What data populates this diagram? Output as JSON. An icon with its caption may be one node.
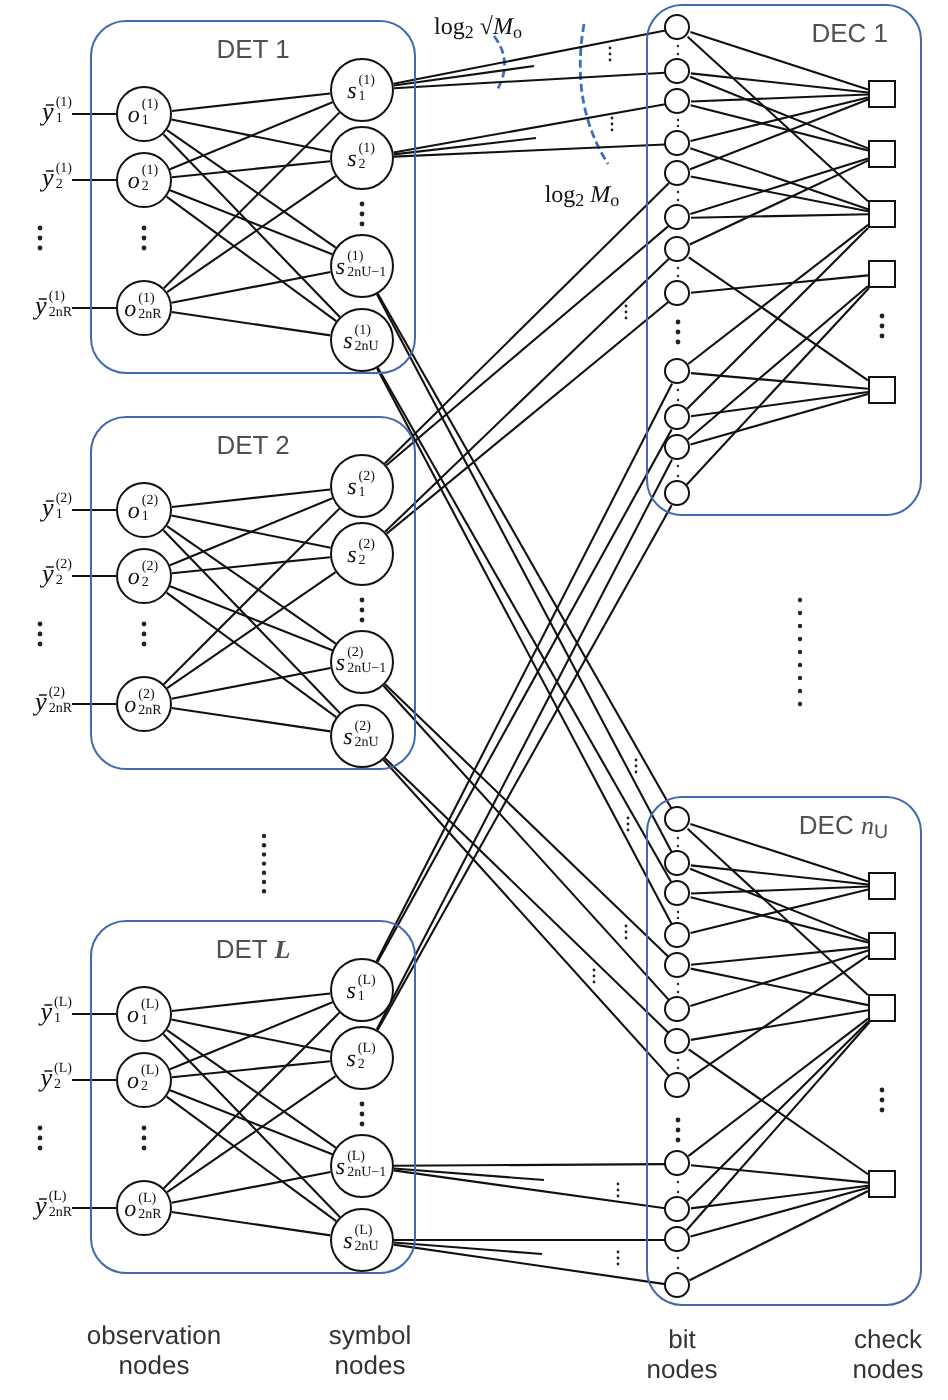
{
  "diagram": {
    "nodes": [
      {
        "text": [
          "DET 1"
        ]
      },
      {
        "text": [
          "*ȳ*$_{1}$$^{(1)}$"
        ]
      },
      {
        "text": [
          "*ȳ*$_{2}$$^{(1)}$"
        ]
      },
      {
        "text": [
          "*ȳ*$_{2nR}$$^{(1)}$"
        ]
      },
      {
        "text": [
          "*o*$_{1}$$^{(1)}$"
        ],
        "in": 0
      },
      {
        "text": [
          "*o*$_{2}$$^{(1)}$"
        ],
        "in": 0
      },
      {
        "text": [
          "*o*$_{2nR}$$^{(1)}$"
        ],
        "in": 0
      },
      {
        "text": [
          "*s*$_{1}$$^{(1)}$"
        ],
        "in": 0
      },
      {
        "text": [
          "*s*$_{2}$$^{(1)}$"
        ],
        "in": 0
      },
      {
        "text": [
          "*s*$_{2nU−1}$$^{(1)}$"
        ],
        "in": 0
      },
      {
        "text": [
          "*s*$_{2nU}$$^{(1)}$"
        ],
        "in": 0
      },
      {
        "text": [
          "DET 2"
        ]
      },
      {
        "text": [
          "*ȳ*$_{1}$$^{(2)}$"
        ]
      },
      {
        "text": [
          "*ȳ*$_{2}$$^{(2)}$"
        ]
      },
      {
        "text": [
          "*ȳ*$_{2nR}$$^{(2)}$"
        ]
      },
      {
        "text": [
          "*o*$_{1}$$^{(2)}$"
        ],
        "in": 11
      },
      {
        "text": [
          "*o*$_{2}$$^{(2)}$"
        ],
        "in": 11
      },
      {
        "text": [
          "*o*$_{2nR}$$^{(2)}$"
        ],
        "in": 11
      },
      {
        "text": [
          "*s*$_{1}$$^{(2)}$"
        ],
        "in": 11
      },
      {
        "text": [
          "*s*$_{2}$$^{(2)}$"
        ],
        "in": 11
      },
      {
        "text": [
          "*s*$_{2nU−1}$$^{(2)}$"
        ],
        "in": 11
      },
      {
        "text": [
          "*s*$_{2nU}$$^{(2)}$"
        ],
        "in": 11
      },
      {
        "text": [
          "DET *L*"
        ]
      },
      {
        "text": [
          "*ȳ*$_{1}$$^{(L)}$"
        ]
      },
      {
        "text": [
          "*ȳ*$_{2}$$^{(L)}$"
        ]
      },
      {
        "text": [
          "*ȳ*$_{2nR}$$^{(L)}$"
        ]
      },
      {
        "text": [
          "*o*$_{1}$$^{(L)}$"
        ],
        "in": 22
      },
      {
        "text": [
          "*o*$_{2}$$^{(L)}$"
        ],
        "in": 22
      },
      {
        "text": [
          "*o*$_{2nR}$$^{(L)}$"
        ],
        "in": 22
      },
      {
        "text": [
          "*s*$_{1}$$^{(L)}$"
        ],
        "in": 22
      },
      {
        "text": [
          "*s*$_{2}$$^{(L)}$"
        ],
        "in": 22
      },
      {
        "text": [
          "*s*$_{2nU−1}$$^{(L)}$"
        ],
        "in": 22
      },
      {
        "text": [
          "*s*$_{2nU}$$^{(L)}$"
        ],
        "in": 22
      },
      {
        "text": [
          "DEC 1"
        ]
      },
      {
        "text": [],
        "shape": "circle",
        "in": 33
      },
      {
        "text": [],
        "shape": "circle",
        "in": 33
      },
      {
        "text": [],
        "shape": "circle",
        "in": 33
      },
      {
        "text": [],
        "shape": "circle",
        "in": 33
      },
      {
        "text": [],
        "shape": "circle",
        "in": 33
      },
      {
        "text": [],
        "shape": "circle",
        "in": 33
      },
      {
        "text": [],
        "shape": "circle",
        "in": 33
      },
      {
        "text": [],
        "shape": "circle",
        "in": 33
      },
      {
        "text": [],
        "shape": "circle",
        "in": 33
      },
      {
        "text": [],
        "shape": "circle",
        "in": 33
      },
      {
        "text": [],
        "shape": "circle",
        "in": 33
      },
      {
        "text": [],
        "shape": "circle",
        "in": 33
      },
      {
        "text": [],
        "shape": "box",
        "in": 33
      },
      {
        "text": [],
        "shape": "box",
        "in": 33
      },
      {
        "text": [],
        "shape": "box",
        "in": 33
      },
      {
        "text": [],
        "shape": "box",
        "in": 33
      },
      {
        "text": [],
        "shape": "box",
        "in": 33
      },
      {
        "text": [
          "DEC *n*$_{U}$"
        ]
      },
      {
        "text": [],
        "shape": "circle",
        "in": 51
      },
      {
        "text": [],
        "shape": "circle",
        "in": 51
      },
      {
        "text": [],
        "shape": "circle",
        "in": 51
      },
      {
        "text": [],
        "shape": "circle",
        "in": 51
      },
      {
        "text": [],
        "shape": "circle",
        "in": 51
      },
      {
        "text": [],
        "shape": "circle",
        "in": 51
      },
      {
        "text": [],
        "shape": "circle",
        "in": 51
      },
      {
        "text": [],
        "shape": "circle",
        "in": 51
      },
      {
        "text": [],
        "shape": "circle",
        "in": 51
      },
      {
        "text": [],
        "shape": "circle",
        "in": 51
      },
      {
        "text": [],
        "shape": "circle",
        "in": 51
      },
      {
        "text": [],
        "shape": "circle",
        "in": 51
      },
      {
        "text": [],
        "shape": "box",
        "in": 51
      },
      {
        "text": [],
        "shape": "box",
        "in": 51
      },
      {
        "text": [],
        "shape": "box",
        "in": 51
      },
      {
        "text": [],
        "shape": "box",
        "in": 51
      }
    ],
    "edges": [
      {
        "from": 1,
        "to": 4,
        "arrow": "none"
      },
      {
        "from": 2,
        "to": 5,
        "arrow": "none"
      },
      {
        "from": 3,
        "to": 6,
        "arrow": "none"
      },
      {
        "from": 4,
        "to": 7,
        "arrow": "none"
      },
      {
        "from": 4,
        "to": 8,
        "arrow": "none"
      },
      {
        "from": 4,
        "to": 9,
        "arrow": "none"
      },
      {
        "from": 4,
        "to": 10,
        "arrow": "none"
      },
      {
        "from": 5,
        "to": 7,
        "arrow": "none"
      },
      {
        "from": 5,
        "to": 8,
        "arrow": "none"
      },
      {
        "from": 5,
        "to": 9,
        "arrow": "none"
      },
      {
        "from": 5,
        "to": 10,
        "arrow": "none"
      },
      {
        "from": 6,
        "to": 7,
        "arrow": "none"
      },
      {
        "from": 6,
        "to": 8,
        "arrow": "none"
      },
      {
        "from": 6,
        "to": 9,
        "arrow": "none"
      },
      {
        "from": 6,
        "to": 10,
        "arrow": "none"
      },
      {
        "from": 12,
        "to": 15,
        "arrow": "none"
      },
      {
        "from": 13,
        "to": 16,
        "arrow": "none"
      },
      {
        "from": 14,
        "to": 17,
        "arrow": "none"
      },
      {
        "from": 15,
        "to": 18,
        "arrow": "none"
      },
      {
        "from": 15,
        "to": 19,
        "arrow": "none"
      },
      {
        "from": 15,
        "to": 20,
        "arrow": "none"
      },
      {
        "from": 15,
        "to": 21,
        "arrow": "none"
      },
      {
        "from": 16,
        "to": 18,
        "arrow": "none"
      },
      {
        "from": 16,
        "to": 19,
        "arrow": "none"
      },
      {
        "from": 16,
        "to": 20,
        "arrow": "none"
      },
      {
        "from": 16,
        "to": 21,
        "arrow": "none"
      },
      {
        "from": 17,
        "to": 18,
        "arrow": "none"
      },
      {
        "from": 17,
        "to": 19,
        "arrow": "none"
      },
      {
        "from": 17,
        "to": 20,
        "arrow": "none"
      },
      {
        "from": 17,
        "to": 21,
        "arrow": "none"
      },
      {
        "from": 23,
        "to": 26,
        "arrow": "none"
      },
      {
        "from": 24,
        "to": 27,
        "arrow": "none"
      },
      {
        "from": 25,
        "to": 28,
        "arrow": "none"
      },
      {
        "from": 26,
        "to": 29,
        "arrow": "none"
      },
      {
        "from": 26,
        "to": 30,
        "arrow": "none"
      },
      {
        "from": 26,
        "to": 31,
        "arrow": "none"
      },
      {
        "from": 26,
        "to": 32,
        "arrow": "none"
      },
      {
        "from": 27,
        "to": 29,
        "arrow": "none"
      },
      {
        "from": 27,
        "to": 30,
        "arrow": "none"
      },
      {
        "from": 27,
        "to": 31,
        "arrow": "none"
      },
      {
        "from": 27,
        "to": 32,
        "arrow": "none"
      },
      {
        "from": 28,
        "to": 29,
        "arrow": "none"
      },
      {
        "from": 28,
        "to": 30,
        "arrow": "none"
      },
      {
        "from": 28,
        "to": 31,
        "arrow": "none"
      },
      {
        "from": 28,
        "to": 32,
        "arrow": "none"
      },
      {
        "from": 7,
        "to": 34,
        "arrow": "none"
      },
      {
        "from": 7,
        "to": 35,
        "arrow": "none"
      },
      {
        "from": 8,
        "to": 36,
        "arrow": "none"
      },
      {
        "from": 8,
        "to": 37,
        "arrow": "none"
      },
      {
        "from": 18,
        "to": 38,
        "arrow": "none"
      },
      {
        "from": 18,
        "to": 39,
        "arrow": "none"
      },
      {
        "from": 19,
        "to": 40,
        "arrow": "none"
      },
      {
        "from": 19,
        "to": 41,
        "arrow": "none"
      },
      {
        "from": 29,
        "to": 42,
        "arrow": "none"
      },
      {
        "from": 29,
        "to": 43,
        "arrow": "none"
      },
      {
        "from": 30,
        "to": 44,
        "arrow": "none"
      },
      {
        "from": 30,
        "to": 45,
        "arrow": "none"
      },
      {
        "from": 9,
        "to": 52,
        "arrow": "none"
      },
      {
        "from": 9,
        "to": 53,
        "arrow": "none"
      },
      {
        "from": 10,
        "to": 54,
        "arrow": "none"
      },
      {
        "from": 10,
        "to": 55,
        "arrow": "none"
      },
      {
        "from": 20,
        "to": 56,
        "arrow": "none"
      },
      {
        "from": 20,
        "to": 57,
        "arrow": "none"
      },
      {
        "from": 21,
        "to": 58,
        "arrow": "none"
      },
      {
        "from": 21,
        "to": 59,
        "arrow": "none"
      },
      {
        "from": 31,
        "to": 60,
        "arrow": "none"
      },
      {
        "from": 31,
        "to": 61,
        "arrow": "none"
      },
      {
        "from": 32,
        "to": 62,
        "arrow": "none"
      },
      {
        "from": 32,
        "to": 63,
        "arrow": "none"
      },
      {
        "from": 7,
        "to": null,
        "arrow": "none"
      },
      {
        "from": 8,
        "to": null,
        "arrow": "none"
      },
      {
        "from": 31,
        "to": null,
        "arrow": "none"
      },
      {
        "from": 32,
        "to": null,
        "arrow": "none"
      },
      {
        "from": 34,
        "to": 46,
        "arrow": "none"
      },
      {
        "from": 34,
        "to": 48,
        "arrow": "none"
      },
      {
        "from": 35,
        "to": 46,
        "arrow": "none"
      },
      {
        "from": 35,
        "to": 47,
        "arrow": "none"
      },
      {
        "from": 36,
        "to": 46,
        "arrow": "none"
      },
      {
        "from": 36,
        "to": 47,
        "arrow": "none"
      },
      {
        "from": 37,
        "to": 46,
        "arrow": "none"
      },
      {
        "from": 37,
        "to": 48,
        "arrow": "none"
      },
      {
        "from": 38,
        "to": 46,
        "arrow": "none"
      },
      {
        "from": 38,
        "to": 48,
        "arrow": "none"
      },
      {
        "from": 39,
        "to": 47,
        "arrow": "none"
      },
      {
        "from": 39,
        "to": 48,
        "arrow": "none"
      },
      {
        "from": 40,
        "to": 47,
        "arrow": "none"
      },
      {
        "from": 40,
        "to": 50,
        "arrow": "none"
      },
      {
        "from": 41,
        "to": 49,
        "arrow": "none"
      },
      {
        "from": 42,
        "to": 48,
        "arrow": "none"
      },
      {
        "from": 42,
        "to": 50,
        "arrow": "none"
      },
      {
        "from": 43,
        "to": 48,
        "arrow": "none"
      },
      {
        "from": 43,
        "to": 50,
        "arrow": "none"
      },
      {
        "from": 44,
        "to": 49,
        "arrow": "none"
      },
      {
        "from": 44,
        "to": 50,
        "arrow": "none"
      },
      {
        "from": 45,
        "to": 49,
        "arrow": "none"
      },
      {
        "from": 52,
        "to": 64,
        "arrow": "none"
      },
      {
        "from": 52,
        "to": 66,
        "arrow": "none"
      },
      {
        "from": 53,
        "to": 64,
        "arrow": "none"
      },
      {
        "from": 53,
        "to": 65,
        "arrow": "none"
      },
      {
        "from": 54,
        "to": 64,
        "arrow": "none"
      },
      {
        "from": 54,
        "to": 65,
        "arrow": "none"
      },
      {
        "from": 55,
        "to": 64,
        "arrow": "none"
      },
      {
        "from": 56,
        "to": 65,
        "arrow": "none"
      },
      {
        "from": 56,
        "to": 66,
        "arrow": "none"
      },
      {
        "from": 57,
        "to": 65,
        "arrow": "none"
      },
      {
        "from": 58,
        "to": 66,
        "arrow": "none"
      },
      {
        "from": 58,
        "to": 67,
        "arrow": "none"
      },
      {
        "from": 59,
        "to": 65,
        "arrow": "none"
      },
      {
        "from": 60,
        "to": 66,
        "arrow": "none"
      },
      {
        "from": 60,
        "to": 67,
        "arrow": "none"
      },
      {
        "from": 61,
        "to": 66,
        "arrow": "none"
      },
      {
        "from": 61,
        "to": 67,
        "arrow": "none"
      },
      {
        "from": 62,
        "to": 66,
        "arrow": "none"
      },
      {
        "from": 62,
        "to": 67,
        "arrow": "none"
      },
      {
        "from": 63,
        "to": 67,
        "arrow": "none"
      }
    ],
    "labels": [
      "log$_{2}$ √*M*$_{o}$",
      "log$_{2}$ *M*$_{o}$",
      "observation nodes",
      "symbol nodes",
      "bit nodes",
      "check nodes"
    ]
  }
}
